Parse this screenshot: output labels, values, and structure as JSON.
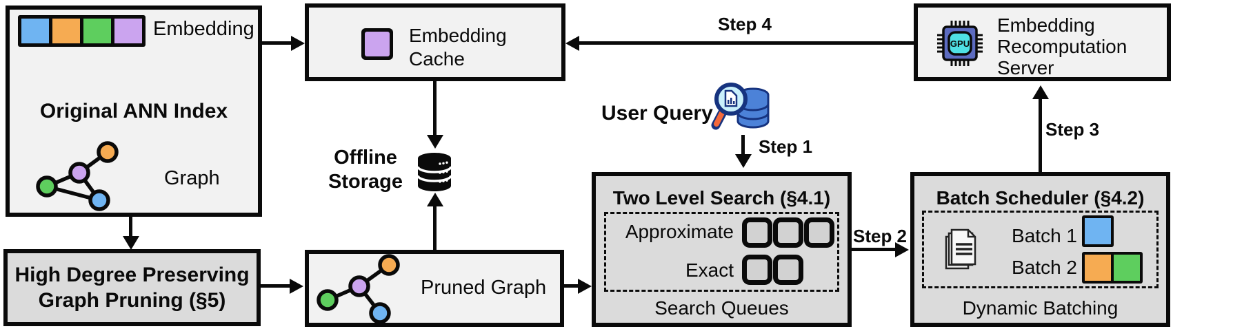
{
  "palette": {
    "blue": "#6FB4F2",
    "orange": "#F6AB52",
    "green": "#5ECE5E",
    "purple": "#CBA4EF",
    "boxlight": "#F2F2F2",
    "boxgray": "#DBDBDB",
    "queuefill": "#D2D2D2",
    "gpu_chip": "#5C6BC0",
    "gpu_die": "#4FE0E4",
    "query_db": "#4C82D8",
    "query_rim": "#16337F",
    "query_handle": "#F4693B"
  },
  "icons": {
    "embedding_strip": "four-color-embedding-squares",
    "ann_graph": "graph-nodes-icon",
    "pruned_graph": "pruned-graph-nodes-icon",
    "cache_swatch": "purple-embedding-square",
    "offline_storage": "database-cylinder-icon",
    "user_query": "magnifier-over-database-icon",
    "batch_docs": "stacked-documents-icon",
    "gpu": "gpu-chip-icon"
  },
  "original_index": {
    "embedding_label": "Embedding",
    "title": "Original ANN Index",
    "graph_label": "Graph"
  },
  "pruning_box": {
    "title": "High Degree Preserving Graph Pruning (§5)"
  },
  "embedding_cache": {
    "title": "Embedding Cache"
  },
  "offline_storage": {
    "title": "Offline Storage"
  },
  "pruned_graph": {
    "title": "Pruned Graph"
  },
  "user_query": {
    "title": "User Query"
  },
  "two_level_search": {
    "title": "Two Level Search (§4.1)",
    "approximate_label": "Approximate",
    "exact_label": "Exact",
    "caption": "Search Queues"
  },
  "batch_scheduler": {
    "title": "Batch Scheduler (§4.2)",
    "batch1_label": "Batch 1",
    "batch2_label": "Batch 2",
    "caption": "Dynamic Batching"
  },
  "recomputation_server": {
    "title": "Embedding Recomputation Server",
    "gpu_label": "GPU"
  },
  "steps": {
    "s1": "Step 1",
    "s2": "Step 2",
    "s3": "Step 3",
    "s4": "Step 4"
  }
}
